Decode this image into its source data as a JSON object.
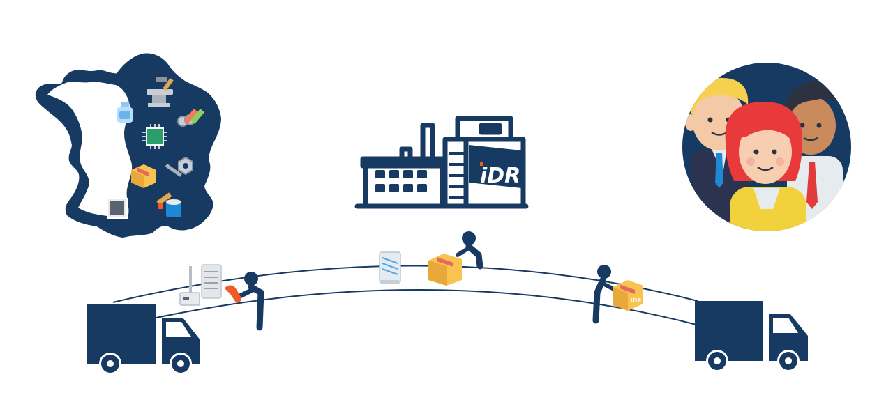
{
  "factory": {
    "logo_text": "iDR"
  },
  "colors": {
    "navy": "#173a63",
    "orange": "#f05a23",
    "box": "#f9c350",
    "box_shade": "#e9a93a",
    "tape": "#e26b5c",
    "grey": "#d9dde2"
  },
  "icons": {
    "map_icons": [
      "hammer-anvil-icon",
      "perfume-icon",
      "pipes-icon",
      "microchip-icon",
      "bolt-nut-icon",
      "parcel-icon",
      "panel-icon",
      "paint-bucket-icon"
    ],
    "people": [
      "blonde-man-avatar",
      "red-haired-woman-avatar",
      "dark-haired-man-avatar"
    ]
  }
}
